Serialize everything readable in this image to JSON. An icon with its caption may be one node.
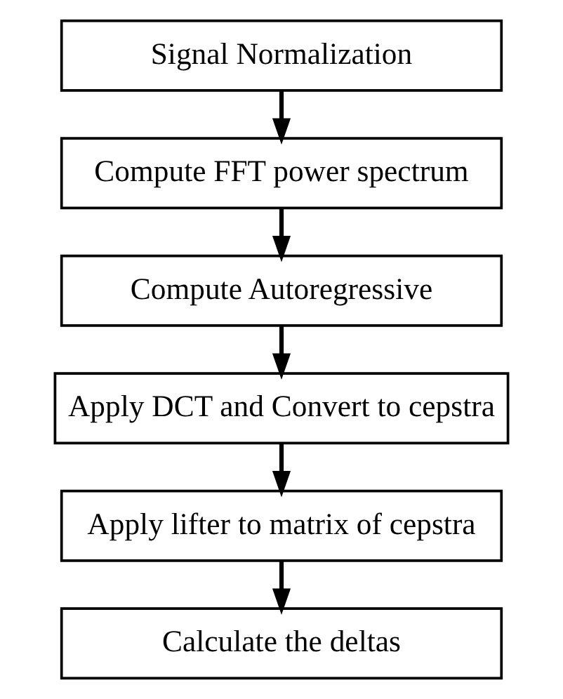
{
  "diagram": {
    "nodes": [
      {
        "text": [
          "Signal Normalization"
        ]
      },
      {
        "text": [
          "Compute FFT power spectrum"
        ]
      },
      {
        "text": [
          "Compute Autoregressive"
        ]
      },
      {
        "text": [
          "Apply DCT and Convert to cepstra"
        ]
      },
      {
        "text": [
          "Apply lifter to matrix of cepstra"
        ]
      },
      {
        "text": [
          "Calculate the deltas"
        ]
      }
    ],
    "edges": [
      {
        "from": 0,
        "to": 1,
        "arrow": "to"
      },
      {
        "from": 1,
        "to": 2,
        "arrow": "to"
      },
      {
        "from": 2,
        "to": 3,
        "arrow": "to"
      },
      {
        "from": 3,
        "to": 4,
        "arrow": "to"
      },
      {
        "from": 4,
        "to": 5,
        "arrow": "to"
      }
    ]
  }
}
